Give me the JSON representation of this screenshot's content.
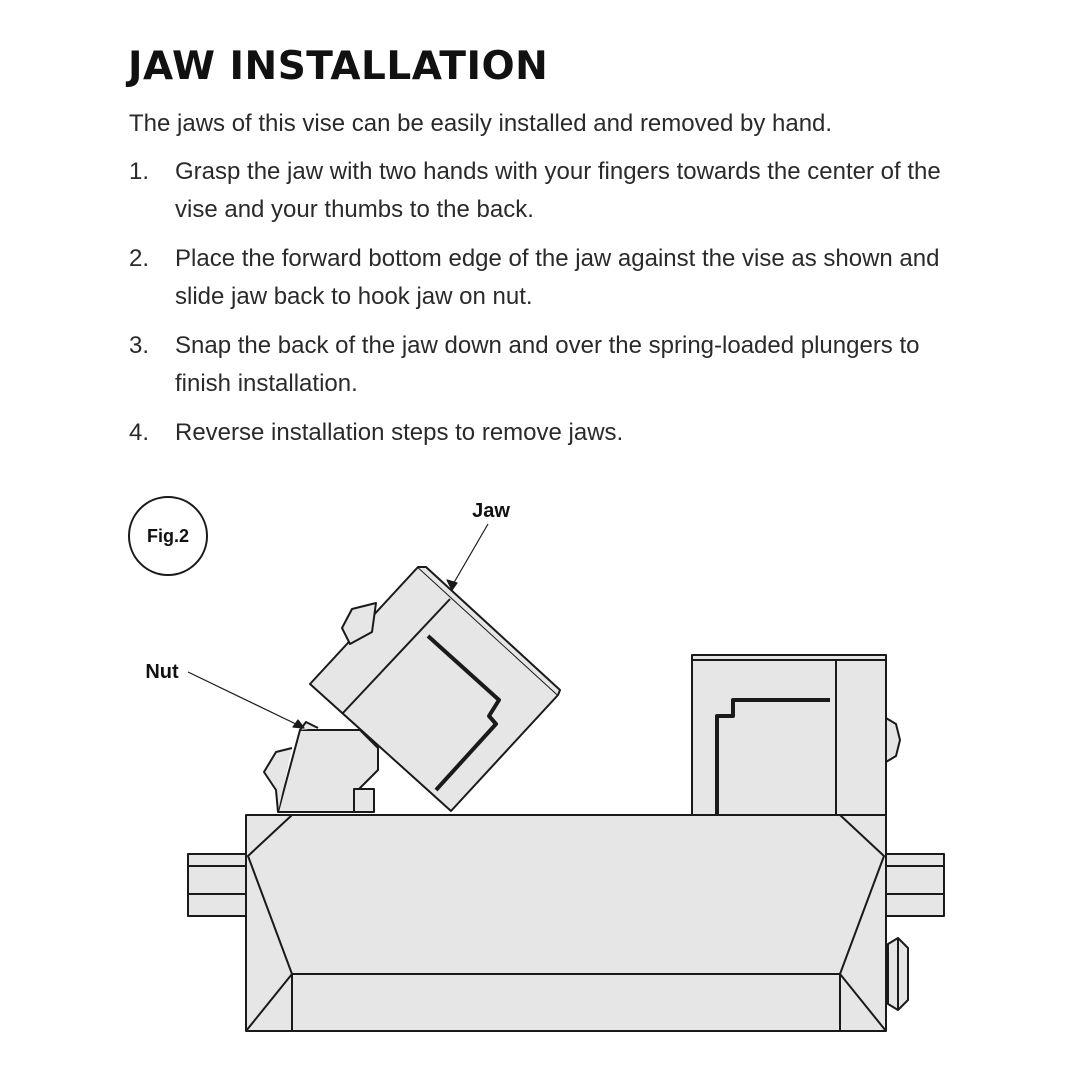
{
  "document": {
    "title": "JAW INSTALLATION",
    "intro": "The jaws of this vise can be easily installed and removed by hand.",
    "steps": [
      {
        "number": "1.",
        "text": "Grasp the jaw with two hands with your fingers towards the center of the vise and your thumbs to the back."
      },
      {
        "number": "2.",
        "text": "Place the forward bottom edge of the jaw against the vise  as shown and slide jaw back to hook jaw on nut."
      },
      {
        "number": "3.",
        "text": "Snap the back of the jaw down and over the spring-loaded plungers to finish installation."
      },
      {
        "number": "4.",
        "text": "Reverse installation steps to remove jaws."
      }
    ]
  },
  "figure": {
    "fig_label": "Fig.2",
    "jaw_label": "Jaw",
    "nut_label": "Nut",
    "line_color": "#1a1a1a",
    "fill_color": "#e6e6e6"
  }
}
